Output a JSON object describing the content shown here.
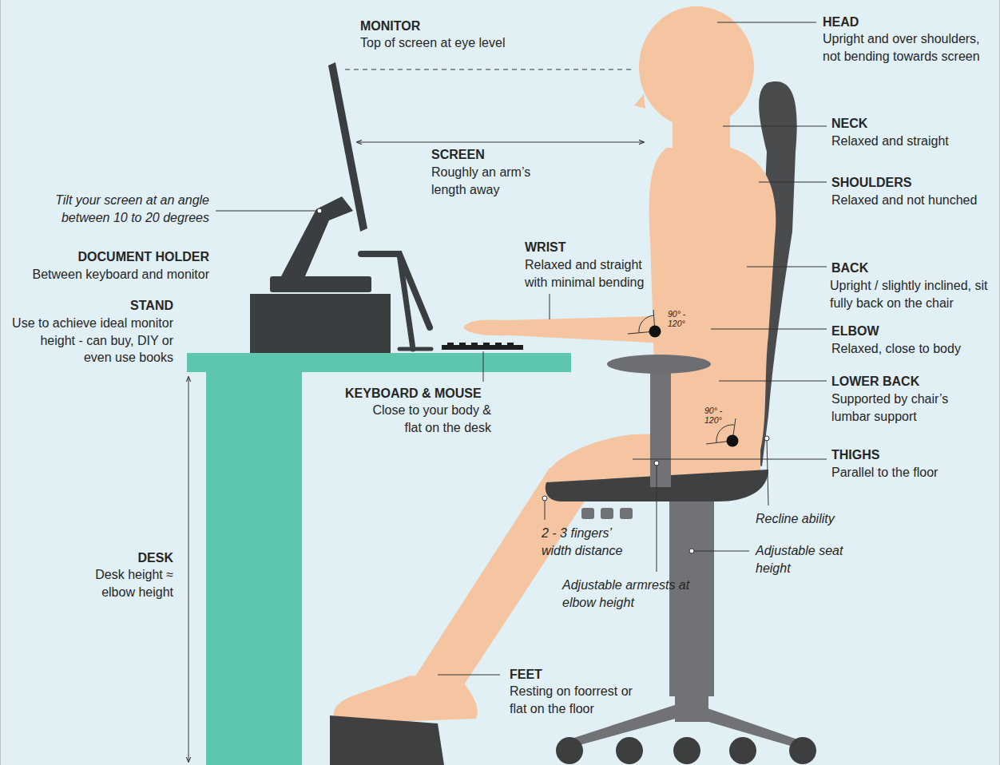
{
  "diagram": {
    "labels": [
      "MONITOR",
      "Top of screen at eye level",
      "HEAD",
      "Upright and over shoulders, not bending towards screen",
      "NECK",
      "Relaxed and straight",
      "SHOULDERS",
      "Relaxed and not hunched",
      "SCREEN",
      "Roughly an arm’s length away",
      "Tilt your screen at an angle between 10 to 20 degrees",
      "DOCUMENT HOLDER",
      "Between keyboard and monitor",
      "STAND",
      "Use to achieve ideal monitor height - can buy, DIY or even use books",
      "WRIST",
      "Relaxed and straight with minimal bending",
      "BACK",
      "Upright / slightly inclined, sit fully back on the chair",
      "90° - 120°",
      "ELBOW",
      "Relaxed, close to body",
      "KEYBOARD & MOUSE",
      "Close to your body & flat on the desk",
      "LOWER BACK",
      "Supported by chair’s lumbar support",
      "90° - 120°",
      "THIGHS",
      "Parallel to the floor",
      "Recline ability",
      "2 - 3 fingers’ width distance",
      "Adjustable seat height",
      "Adjustable armrests at elbow height",
      "DESK",
      "Desk height ≈ elbow height",
      "FEET",
      "Resting on foorrest or flat on the floor"
    ]
  }
}
